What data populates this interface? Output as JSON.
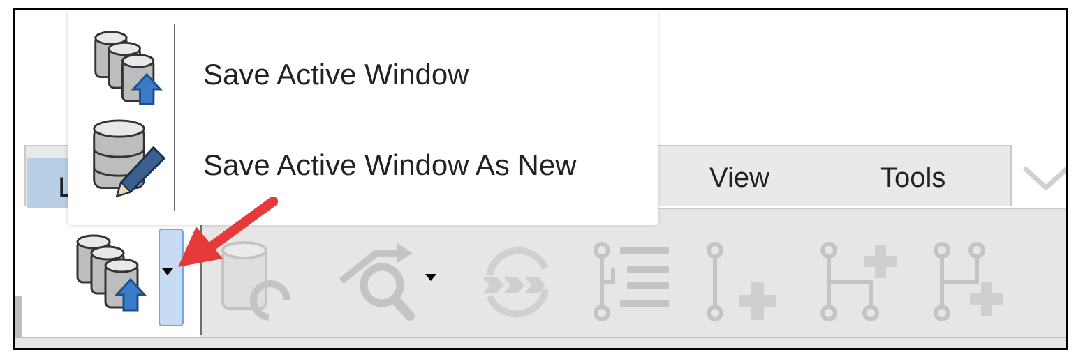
{
  "popup_menu": {
    "items": [
      {
        "label": "Save Active Window",
        "icon": "database-upload-icon"
      },
      {
        "label": "Save Active Window As New",
        "icon": "database-edit-icon"
      }
    ]
  },
  "tabs": {
    "home_partial": "L",
    "view": "View",
    "tools": "Tools"
  },
  "ribbon": {
    "buttons": [
      {
        "icon": "database-upload-icon",
        "enabled": true
      },
      {
        "icon": "save-dropdown-arrow-icon",
        "enabled": true
      },
      {
        "icon": "database-refresh-icon",
        "enabled": false
      },
      {
        "icon": "query-search-icon",
        "enabled": false
      },
      {
        "icon": "query-dropdown-arrow-icon",
        "enabled": false
      },
      {
        "icon": "sync-icon",
        "enabled": false
      },
      {
        "icon": "tree-list-icon",
        "enabled": false
      },
      {
        "icon": "add-node-icon",
        "enabled": false
      },
      {
        "icon": "add-branch-icon",
        "enabled": false
      },
      {
        "icon": "add-child-icon",
        "enabled": false
      }
    ]
  },
  "colors": {
    "accent": "#6fa8e6",
    "annotation_arrow": "#e63a3a",
    "tab_active": "#b8cfe6"
  }
}
